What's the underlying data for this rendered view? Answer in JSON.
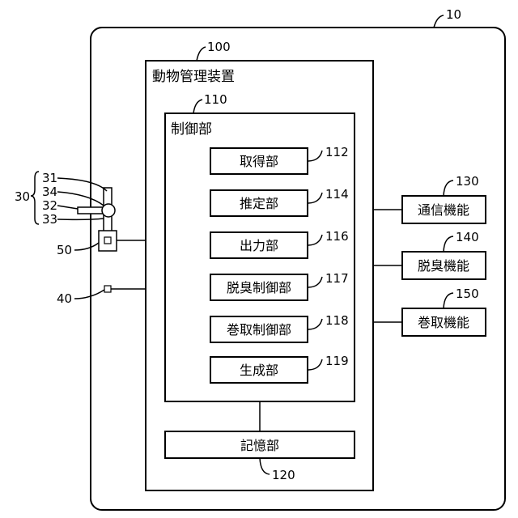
{
  "outer": {
    "ref": "10"
  },
  "device": {
    "ref": "100",
    "title": "動物管理装置"
  },
  "control": {
    "ref": "110",
    "title": "制御部",
    "units": [
      {
        "label": "取得部",
        "ref": "112"
      },
      {
        "label": "推定部",
        "ref": "114"
      },
      {
        "label": "出力部",
        "ref": "116"
      },
      {
        "label": "脱臭制御部",
        "ref": "117"
      },
      {
        "label": "巻取制御部",
        "ref": "118"
      },
      {
        "label": "生成部",
        "ref": "119"
      }
    ]
  },
  "storage": {
    "label": "記憶部",
    "ref": "120"
  },
  "functions": [
    {
      "label": "通信機能",
      "ref": "130"
    },
    {
      "label": "脱臭機能",
      "ref": "140"
    },
    {
      "label": "巻取機能",
      "ref": "150"
    }
  ],
  "sensor_group": {
    "ref": "30",
    "parts": [
      {
        "ref": "31"
      },
      {
        "ref": "34"
      },
      {
        "ref": "32"
      },
      {
        "ref": "33"
      }
    ]
  },
  "camera": {
    "ref": "50"
  },
  "sensor": {
    "ref": "40"
  }
}
